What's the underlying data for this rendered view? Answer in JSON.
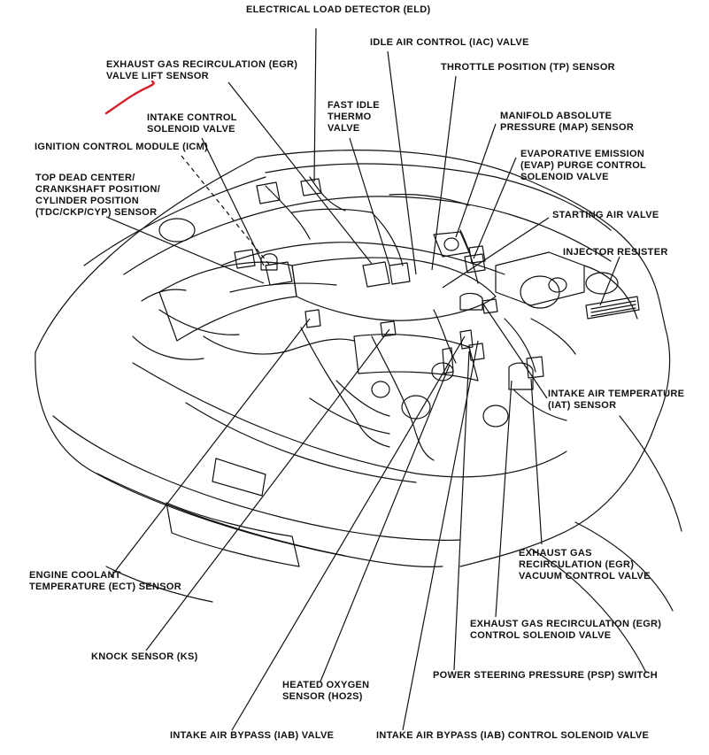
{
  "labels": {
    "eld": [
      "ELECTRICAL LOAD DETECTOR (ELD)"
    ],
    "egr_lift": [
      "EXHAUST GAS RECIRCULATION (EGR)",
      "VALVE LIFT SENSOR"
    ],
    "iac": [
      "IDLE AIR CONTROL (IAC) VALVE"
    ],
    "tp": [
      "THROTTLE POSITION (TP) SENSOR"
    ],
    "intake_control": [
      "INTAKE CONTROL",
      "SOLENOID VALVE"
    ],
    "fast_idle": [
      "FAST IDLE",
      "THERMO",
      "VALVE"
    ],
    "map": [
      "MANIFOLD ABSOLUTE",
      "PRESSURE (MAP) SENSOR"
    ],
    "icm": [
      "IGNITION CONTROL MODULE (ICM)"
    ],
    "evap": [
      "EVAPORATIVE EMISSION",
      "(EVAP) PURGE CONTROL",
      "SOLENOID VALVE"
    ],
    "tdc": [
      "TOP DEAD CENTER/",
      "CRANKSHAFT POSITION/",
      "CYLINDER POSITION",
      "(TDC/CKP/CYP) SENSOR"
    ],
    "starting_air": [
      "STARTING AIR VALVE"
    ],
    "injector_res": [
      "INJECTOR RESISTER"
    ],
    "iat": [
      "INTAKE AIR TEMPERATURE",
      "(IAT) SENSOR"
    ],
    "egr_vacuum": [
      "EXHAUST GAS",
      "RECIRCULATION (EGR)",
      "VACUUM CONTROL VALVE"
    ],
    "ect": [
      "ENGINE COOLANT",
      "TEMPERATURE (ECT) SENSOR"
    ],
    "egr_solenoid": [
      "EXHAUST GAS RECIRCULATION (EGR)",
      "CONTROL SOLENOID VALVE"
    ],
    "ks": [
      "KNOCK SENSOR (KS)"
    ],
    "psp": [
      "POWER STEERING PRESSURE (PSP) SWITCH"
    ],
    "ho2s": [
      "HEATED OXYGEN",
      "SENSOR (HO2S)"
    ],
    "iab": [
      "INTAKE AIR BYPASS (IAB) VALVE"
    ],
    "iab_solenoid": [
      "INTAKE AIR BYPASS (IAB) CONTROL SOLENOID VALVE"
    ]
  },
  "colors": {
    "ink": "#111111",
    "annotation": "#d8202a",
    "background": "#ffffff"
  }
}
